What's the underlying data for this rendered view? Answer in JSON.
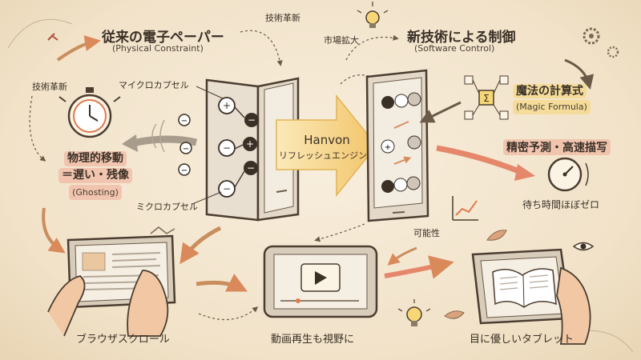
{
  "left_panel": {
    "title": "従来の電子ペーパー",
    "subtitle": "(Physical Constraint)",
    "tech_label": "技術革新",
    "micro_top": "マイクロカプセル",
    "micro_bottom": "ミクロカプセル",
    "problem": "物理的移動",
    "problem_line2": "＝遅い・残像",
    "problem_line3": "(Ghosting)"
  },
  "right_panel": {
    "title": "新技術による制御",
    "subtitle": "(Software Control)",
    "formula_title": "魔法の計算式",
    "formula_subtitle": "(Magic Formula)",
    "prediction": "精密予測・高速描写",
    "wait": "待ち時間ほぼゼロ"
  },
  "center": {
    "top_label": "技術革新",
    "market_label": "市場拡大",
    "engine_name": "Hanvon",
    "engine_sub": "リフレッシュエンジン",
    "possibility": "可能性"
  },
  "bottom": {
    "browser": "ブラウザスクロール",
    "video": "動画再生も視野に",
    "tablet": "目に優しいタブレット"
  },
  "colors": {
    "background": "#f3e6d1",
    "ink": "#3a3026",
    "accent_orange": "#e7a15a",
    "accent_pink": "#efaa96",
    "accent_yellow": "#f7d678"
  }
}
